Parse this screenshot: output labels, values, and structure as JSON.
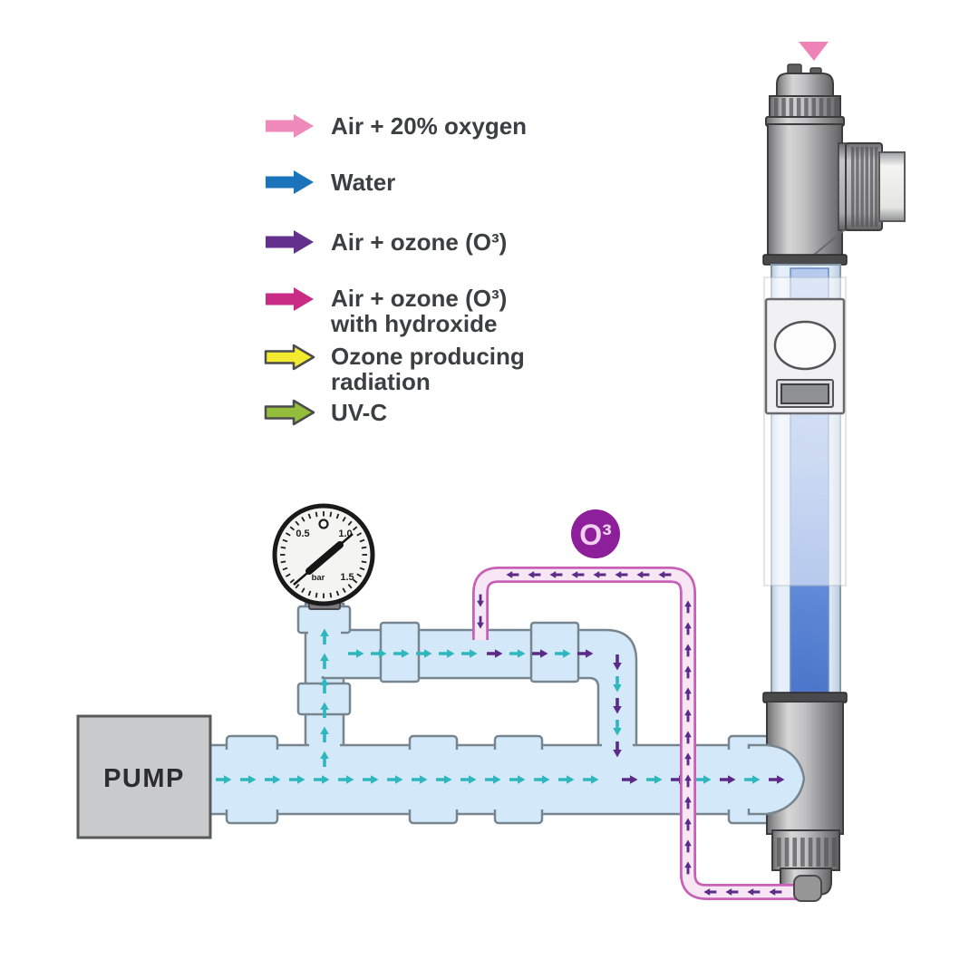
{
  "legend": {
    "items": [
      {
        "label": "Air + 20% oxygen",
        "color": "#f08abb"
      },
      {
        "label": "Water",
        "color": "#1b74ba"
      },
      {
        "label": "Air + ozone (O³)",
        "color": "#63308e"
      },
      {
        "label": "Air + ozone (O³)",
        "label2": "with hydroxide",
        "color": "#c92c84"
      },
      {
        "label": "Ozone producing",
        "label2": "radiation",
        "color": "#f3ea30"
      },
      {
        "label": "UV-C",
        "color": "#93bd3a"
      }
    ]
  },
  "pump": {
    "label": "PUMP"
  },
  "ozone_badge": {
    "label": "O³",
    "color": "#8d1f9a",
    "text_color": "#f2d0ef"
  },
  "gauge": {
    "labels": {
      "low": "0.5",
      "mid": "1.0",
      "high": "1.5",
      "unit": "bar"
    }
  },
  "colors": {
    "pipe_fill": "#d3e8f8",
    "pipe_stroke": "#76858f",
    "water_arrow": "#2fb7bd",
    "ozone_arrow": "#5b2b87",
    "tube_stroke": "#c760b6",
    "tube_fill": "#f7e6f4",
    "air_arrow": "#ef83b8"
  }
}
